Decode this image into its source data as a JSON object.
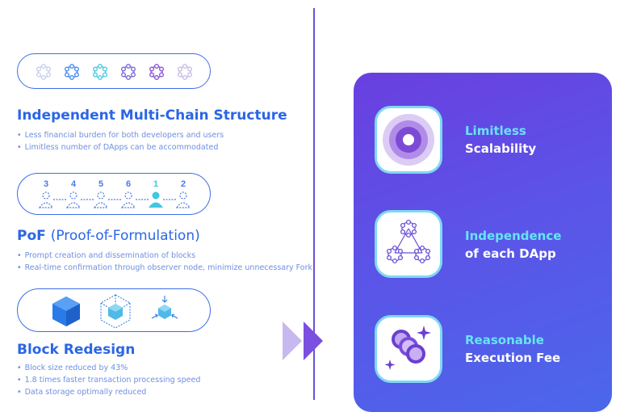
{
  "left": {
    "sections": [
      {
        "title": "Independent Multi-Chain Structure",
        "bullets": [
          "Less financial burden for both developers and users",
          "Limitless number of DApps can be accommodated"
        ]
      },
      {
        "title_bold": "PoF",
        "title_light": "(Proof-of-Formulation)",
        "nodes": [
          "3",
          "4",
          "5",
          "6",
          "1",
          "2"
        ],
        "bullets": [
          "Prompt creation and dissemination of blocks",
          "Real-time confirmation through observer node, minimize unnecessary Fork"
        ]
      },
      {
        "title": "Block Redesign",
        "bullets": [
          "Block size reduced by 43%",
          "1.8 times faster transaction processing speed",
          "Data storage optimally reduced"
        ]
      }
    ]
  },
  "right": {
    "features": [
      {
        "line1": "Limitless",
        "line2": "Scalability",
        "icon": "concentric-circles-icon"
      },
      {
        "line1": "Independence",
        "line2": "of each DApp",
        "icon": "network-triangle-icon"
      },
      {
        "line1": "Reasonable",
        "line2": "Execution Fee",
        "icon": "coins-sparkle-icon"
      }
    ]
  },
  "colors": {
    "heading": "#2a66e6",
    "bullet_text": "#6f8fe0",
    "panel_gradient_start": "#6a3fe0",
    "panel_gradient_end": "#4b67ea",
    "feature_highlight": "#67e3f7"
  }
}
